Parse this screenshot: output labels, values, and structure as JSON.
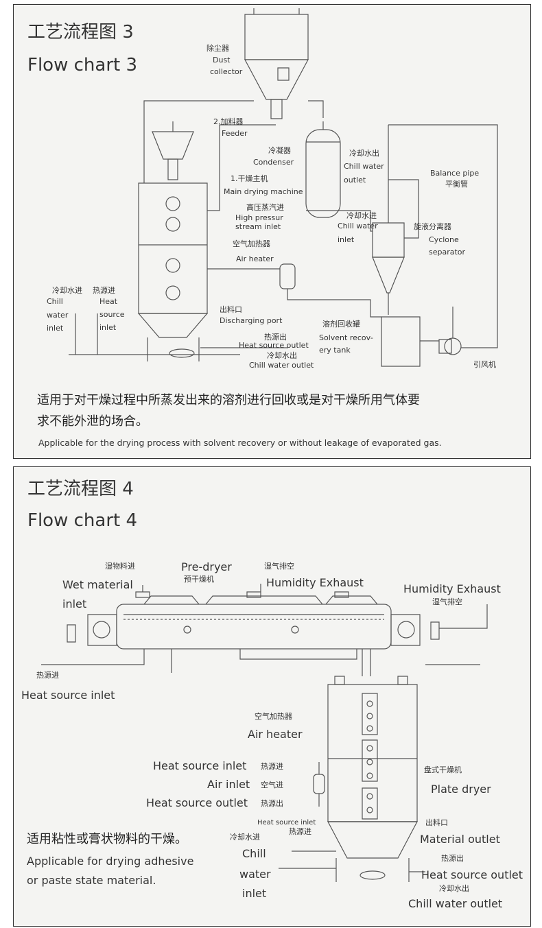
{
  "flow3": {
    "title_cn": "工艺流程图 3",
    "title_en": "Flow chart 3",
    "labels": {
      "dust_cn": "除尘器",
      "dust_en1": "Dust",
      "dust_en2": "collector",
      "feeder_cn": "2.加料器",
      "feeder_en": "Feeder",
      "condenser_cn": "冷凝器",
      "condenser_en": "Condenser",
      "chill_out_cn": "冷却水出",
      "chill_out_en1": "Chill water",
      "chill_out_en2": "outlet",
      "balance_en": "Balance pipe",
      "balance_cn": "平衡管",
      "main_cn": "1.干燥主机",
      "main_en": "Main drying machine",
      "steam_cn": "高压蒸汽进",
      "steam_en1": "High pressur",
      "steam_en2": "stream inlet",
      "chill_in_cn": "冷却水进",
      "chill_in_en1": "Chill water",
      "chill_in_en2": "inlet",
      "cyclone_cn": "旋液分离器",
      "cyclone_en1": "Cyclone",
      "cyclone_en2": "separator",
      "airheater_cn": "空气加热器",
      "airheater_en": "Air heater",
      "left_chill_cn": "冷却水进",
      "left_chill_en1": "Chill",
      "left_chill_en2": "water",
      "left_chill_en3": "inlet",
      "left_heat_cn": "热源进",
      "left_heat_en1": "Heat",
      "left_heat_en2": "source",
      "left_heat_en3": "inlet",
      "discharge_cn": "出料口",
      "discharge_en": "Discharging port",
      "solvent_cn": "溶剂回收罐",
      "solvent_en1": "Solvent recov-",
      "solvent_en2": "ery tank",
      "heat_out_cn": "热源出",
      "heat_out_en": "Heat source outlet",
      "chill_out2_cn": "冷却水出",
      "chill_out2_en": "Chill water outlet",
      "fan_cn": "引风机"
    },
    "desc_cn_1": "适用于对干燥过程中所蒸发出来的溶剂进行回收或是对干燥所用气体要",
    "desc_cn_2": "求不能外泄的场合。",
    "desc_en": "Applicable for the drying process with solvent recovery or without leakage of evaporated gas."
  },
  "flow4": {
    "title_cn": "工艺流程图 4",
    "title_en": "Flow chart 4",
    "labels": {
      "wet_cn": "湿物料进",
      "wet_en1": "Wet material",
      "wet_en2": "inlet",
      "predryer_en": "Pre-dryer",
      "predryer_cn": "预干燥机",
      "hum1_cn": "湿气排空",
      "hum1_en": "Humidity Exhaust",
      "hum2_en": "Humidity Exhaust",
      "hum2_cn": "湿气排空",
      "heat_in_cn": "热源进",
      "heat_in_en": "Heat source inlet",
      "airheater_cn": "空气加热器",
      "airheater_en": "Air heater",
      "hs_inlet_en": "Heat source inlet",
      "hs_inlet_cn": "热源进",
      "air_inlet_en": "Air inlet",
      "air_inlet_cn": "空气进",
      "hs_outlet_en": "Heat source outlet",
      "hs_outlet_cn": "热源出",
      "plate_cn": "盘式干燥机",
      "plate_en": "Plate dryer",
      "small_hs_en": "Heat source inlet",
      "small_hs_cn": "热源进",
      "chill_in_cn": "冷却水进",
      "chill_in_en1": "Chill",
      "chill_in_en2": "water",
      "chill_in_en3": "inlet",
      "mat_out_cn": "出料口",
      "mat_out_en": "Material outlet",
      "hs_out2_cn": "热源出",
      "hs_out2_en": "Heat source outlet",
      "chill_out_cn": "冷却水出",
      "chill_out_en": "Chill water outlet"
    },
    "desc_cn": "适用粘性或膏状物料的干燥。",
    "desc_en_1": "Applicable for drying adhesive",
    "desc_en_2": "or paste state material."
  }
}
